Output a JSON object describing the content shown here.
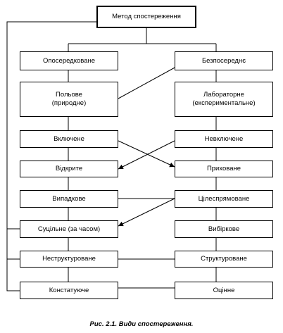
{
  "diagram": {
    "top": "Метод спостереження",
    "left": [
      "Опосередковане",
      "Польове",
      "(природне)",
      "Включене",
      "Відкрите",
      "Випадкове",
      "Суцільне (за часом)",
      "Неструктуроване",
      "Констатуюче"
    ],
    "right": [
      "Безпосереднє",
      "Лабораторне",
      "(експериментальне)",
      "Невключене",
      "Приховане",
      "Цілеспрямоване",
      "Вибіркове",
      "Структуроване",
      "Оцінне"
    ]
  },
  "caption": "Рис. 2.1. Види спостереження."
}
